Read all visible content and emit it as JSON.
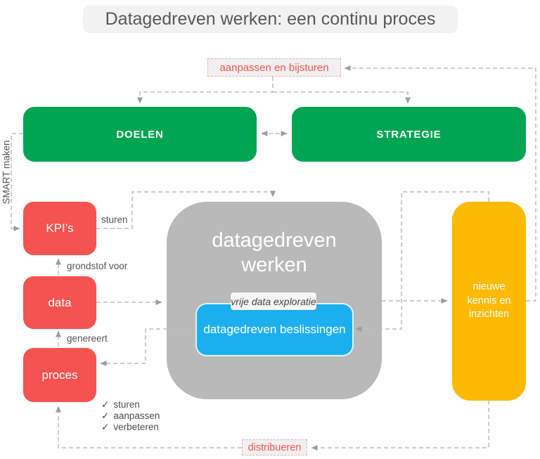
{
  "title": "Datagedreven werken: een continu proces",
  "colors": {
    "green": "#00a551",
    "red": "#f4534f",
    "blue": "#1caff0",
    "orange": "#fcba04",
    "gray_box": "#b9b9b9",
    "line": "#bdbdbd",
    "label_red": "#f2544f",
    "label_gray": "#55565a"
  },
  "nodes": {
    "doelen": "DOELEN",
    "strategie": "STRATEGIE",
    "kpis": "KPI’s",
    "data": "data",
    "proces": "proces",
    "werken": "datagedreven werken",
    "beslissingen": "datagedreven beslissingen",
    "kennis": "nieuwe kennis en inzichten"
  },
  "edge_labels": {
    "aanpassen": "aanpassen en bijsturen",
    "distribueren": "distribueren",
    "smart": "SMART maken",
    "sturen": "sturen",
    "grondstof": "grondstof voor",
    "genereert": "genereert",
    "vrije": "vrije data exploratie"
  },
  "checklist": {
    "check": "✓",
    "items": [
      "sturen",
      "aanpassen",
      "verbeteren"
    ]
  }
}
